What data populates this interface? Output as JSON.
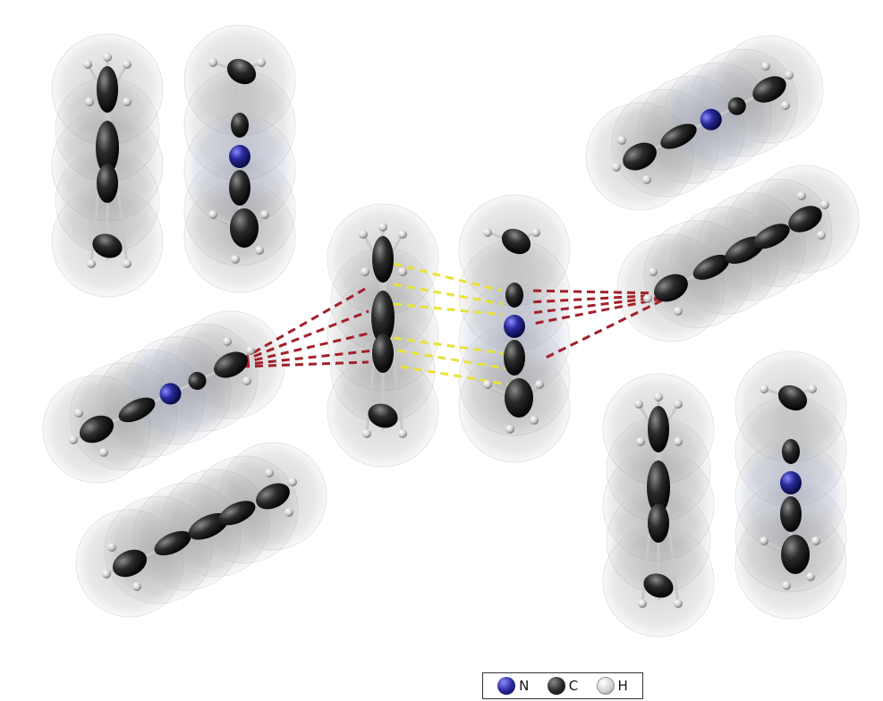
{
  "legend": {
    "items": [
      {
        "label": "N",
        "element": "nitrogen",
        "color": "#2a2a9c"
      },
      {
        "label": "C",
        "element": "carbon",
        "color": "#2b2b2b"
      },
      {
        "label": "H",
        "element": "hydrogen",
        "color": "#e4e4e4"
      }
    ]
  },
  "colors": {
    "nitrogen": "#2a2a9c",
    "carbon": "#2b2b2b",
    "hydrogen": "#e4e4e4",
    "cloud": "#8f8f8f",
    "cloud_n": "#8a95b8",
    "contact_red": "#a31f2a",
    "contact_yellow": "#e8e23a"
  }
}
